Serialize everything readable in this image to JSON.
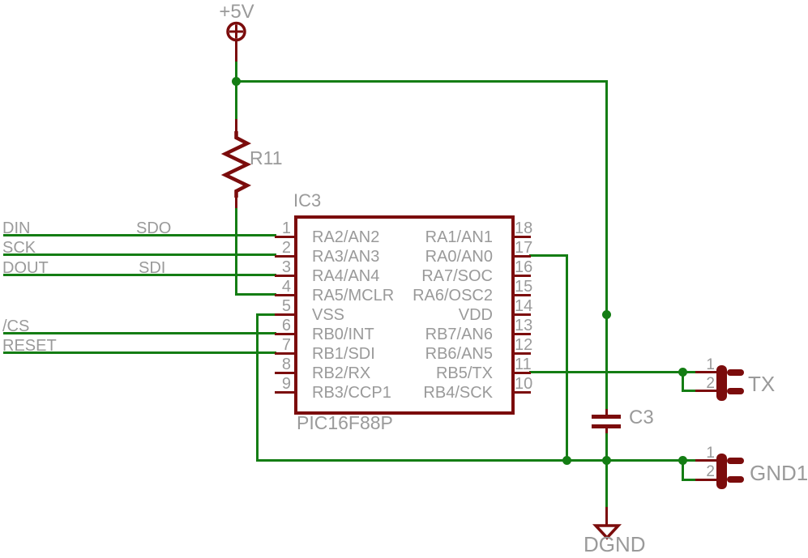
{
  "colors": {
    "wire": "#147d14",
    "part": "#7b0c0c",
    "text": "#9a9a9a"
  },
  "power": {
    "vcc_label": "+5V",
    "dgnd_label": "DGND"
  },
  "parts": {
    "resistor": {
      "ref": "R11"
    },
    "capacitor": {
      "ref": "C3"
    },
    "ic": {
      "ref": "IC3",
      "value": "PIC16F88P",
      "left_pins": [
        {
          "number": "1",
          "name": "RA2/AN2"
        },
        {
          "number": "2",
          "name": "RA3/AN3"
        },
        {
          "number": "3",
          "name": "RA4/AN4"
        },
        {
          "number": "4",
          "name": "RA5/MCLR"
        },
        {
          "number": "5",
          "name": "VSS"
        },
        {
          "number": "6",
          "name": "RB0/INT"
        },
        {
          "number": "7",
          "name": "RB1/SDI"
        },
        {
          "number": "8",
          "name": "RB2/RX"
        },
        {
          "number": "9",
          "name": "RB3/CCP1"
        }
      ],
      "right_pins": [
        {
          "number": "18",
          "name": "RA1/AN1"
        },
        {
          "number": "17",
          "name": "RA0/AN0"
        },
        {
          "number": "16",
          "name": "RA7/SOC"
        },
        {
          "number": "15",
          "name": "RA6/OSC2"
        },
        {
          "number": "14",
          "name": "VDD"
        },
        {
          "number": "13",
          "name": "RB7/AN6"
        },
        {
          "number": "12",
          "name": "RB6/AN5"
        },
        {
          "number": "11",
          "name": "RB5/TX"
        },
        {
          "number": "10",
          "name": "RB4/SCK"
        }
      ]
    },
    "tx_connector": {
      "ref": "TX",
      "pin1": "1",
      "pin2": "2"
    },
    "gnd_connector": {
      "ref": "GND1",
      "pin1": "1",
      "pin2": "2"
    }
  },
  "net_labels": {
    "din": "DIN",
    "sdo": "SDO",
    "sck": "SCK",
    "dout": "DOUT",
    "sdi": "SDI",
    "cs": "/CS",
    "reset": "RESET"
  }
}
